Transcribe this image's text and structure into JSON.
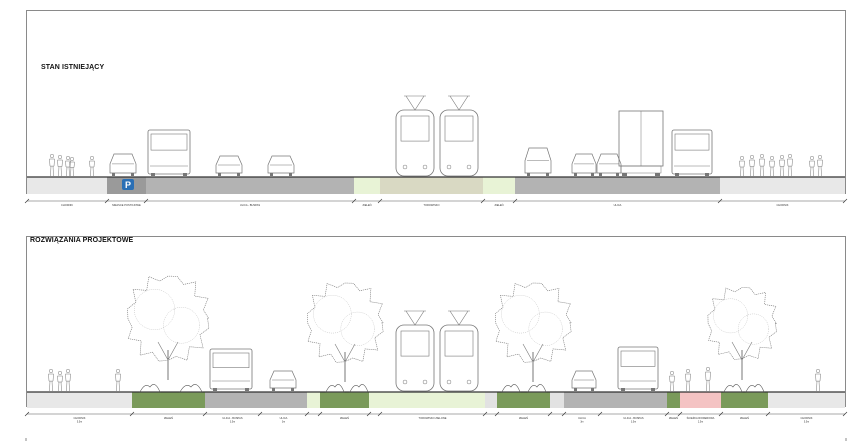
{
  "sections": {
    "existing": {
      "title": "STAN ISTNIEJĄCY",
      "parking_sign": "P",
      "segments": [
        {
          "key": "chodnik_l",
          "fill": "#e8e8e8",
          "label": "CHODNIK"
        },
        {
          "key": "parking",
          "fill": "#9a9a9a",
          "label": "MIEJSCE POSTOJOWE"
        },
        {
          "key": "ulica_bus",
          "fill": "#b3b3b3",
          "label": "ULICA - BUSPAS"
        },
        {
          "key": "zielen_l",
          "fill": "#e8f3d6",
          "label": "ZIELEŃ"
        },
        {
          "key": "torowisko",
          "fill": "#d9d9c3",
          "label": "TOROWISKO"
        },
        {
          "key": "zielen_r",
          "fill": "#e8f3d6",
          "label": "ZIELEŃ"
        },
        {
          "key": "ulica",
          "fill": "#b3b3b3",
          "label": "ULICA"
        },
        {
          "key": "chodnik_r",
          "fill": "#e8e8e8",
          "label": "CHODNIK"
        }
      ]
    },
    "proposed": {
      "title": "ROZWIĄZANIA PROJEKTOWE",
      "segments": [
        {
          "key": "chodnik_l",
          "fill": "#e8e8e8",
          "label": "CHODNIK",
          "sub": "5,5m"
        },
        {
          "key": "zielen_1",
          "fill": "#7a9a5a",
          "label": "ZIELEŃ",
          "sub": ""
        },
        {
          "key": "bus_l",
          "fill": "#b3b3b3",
          "label": "ULICA - BUSPAS",
          "sub": "3,5m"
        },
        {
          "key": "ulica_l",
          "fill": "#b3b3b3",
          "label": "ULICA",
          "sub": "3m"
        },
        {
          "key": "gap_l",
          "fill": "#e8f3d6",
          "label": "",
          "sub": ""
        },
        {
          "key": "zielen_2",
          "fill": "#7a9a5a",
          "label": "ZIELEŃ",
          "sub": ""
        },
        {
          "key": "gap_l2",
          "fill": "#e8f3d6",
          "label": "",
          "sub": ""
        },
        {
          "key": "torowisko",
          "fill": "#e8f3d6",
          "label": "TOROWISKO ZIELONE",
          "sub": ""
        },
        {
          "key": "zielen_3",
          "fill": "#7a9a5a",
          "label": "ZIELEŃ",
          "sub": ""
        },
        {
          "key": "ulica_r",
          "fill": "#b3b3b3",
          "label": "ULICA",
          "sub": "3m"
        },
        {
          "key": "bus_r",
          "fill": "#b3b3b3",
          "label": "ULICA - BUSPAS",
          "sub": "3,5m"
        },
        {
          "key": "zielen_4",
          "fill": "#7a9a5a",
          "label": "ZIELEŃ",
          "sub": ""
        },
        {
          "key": "bike",
          "fill": "#f4c3c3",
          "label": "ŚCIEŻKA ROWEROWA",
          "sub": "2,5m"
        },
        {
          "key": "zielen_5",
          "fill": "#7a9a5a",
          "label": "ZIELEŃ",
          "sub": ""
        },
        {
          "key": "chodnik_r",
          "fill": "#e8e8e8",
          "label": "CHODNIK",
          "sub": "5,5m"
        }
      ]
    }
  },
  "colors": {
    "frame": "#8a8a8a",
    "ground_line": "#333333",
    "parking_sign": "#2a6fb5",
    "tree": "#777777",
    "vehicle": "#777777"
  }
}
